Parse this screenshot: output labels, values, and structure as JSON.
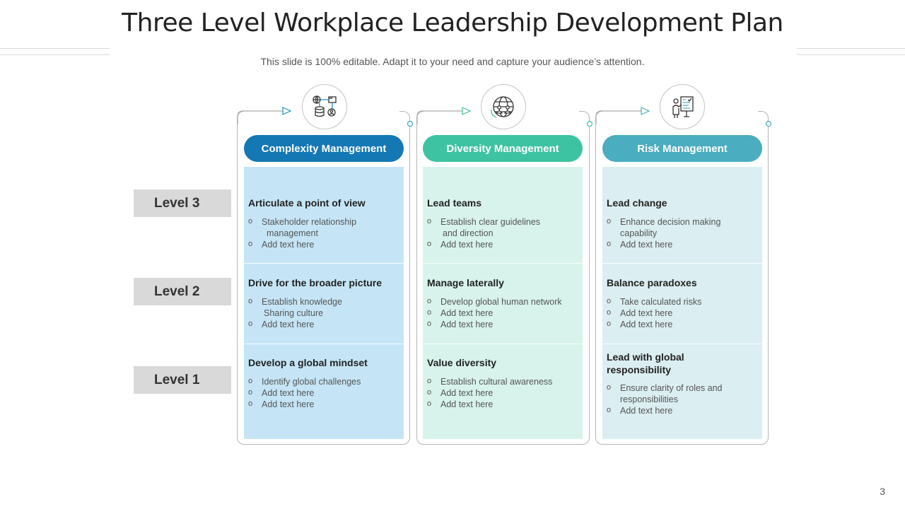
{
  "title": "Three Level Workplace Leadership Development Plan",
  "subtitle": "This slide is 100% editable. Adapt it to your need and capture your audience’s attention.",
  "page_number": "3",
  "levels": [
    "Level 3",
    "Level 2",
    "Level 1"
  ],
  "colors": {
    "complexity": "#1478b4",
    "diversity": "#3ec3a2",
    "risk": "#4aadc0",
    "complexity_panel": "#c5e5f6",
    "diversity_panel": "#d8f3ec",
    "risk_panel": "#dbeef1"
  },
  "columns": [
    {
      "title": "Complexity Management",
      "icon": "database-network-icon",
      "cells": [
        {
          "heading": "Articulate a point of view",
          "bullets": [
            "Stakeholder relationship\n  management",
            "Add text here"
          ]
        },
        {
          "heading": "Drive for the broader picture",
          "bullets": [
            "Establish knowledge\n Sharing culture",
            "Add text here"
          ]
        },
        {
          "heading": "Develop a global mindset",
          "bullets": [
            "Identify global challenges",
            "Add text here",
            "Add text here"
          ]
        }
      ]
    },
    {
      "title": "Diversity Management",
      "icon": "globe-people-icon",
      "cells": [
        {
          "heading": "Lead teams",
          "bullets": [
            "Establish clear guidelines\n  and direction",
            "Add text here"
          ]
        },
        {
          "heading": "Manage laterally",
          "bullets": [
            "Develop global human network",
            "Add text here",
            "Add text here"
          ]
        },
        {
          "heading": "Value diversity",
          "bullets": [
            "Establish cultural awareness",
            "Add text here",
            "Add text here"
          ]
        }
      ]
    },
    {
      "title": "Risk Management",
      "icon": "presenter-board-icon",
      "cells": [
        {
          "heading": "Lead change",
          "bullets": [
            "Enhance decision making\ncapability",
            "Add text here"
          ]
        },
        {
          "heading": "Balance paradoxes",
          "bullets": [
            "Take calculated risks",
            "Add text here",
            "Add text here"
          ]
        },
        {
          "heading": "Lead with global responsibility",
          "bullets": [
            "Ensure clarity of roles and\nresponsibilities",
            "Add text here"
          ]
        }
      ]
    }
  ]
}
